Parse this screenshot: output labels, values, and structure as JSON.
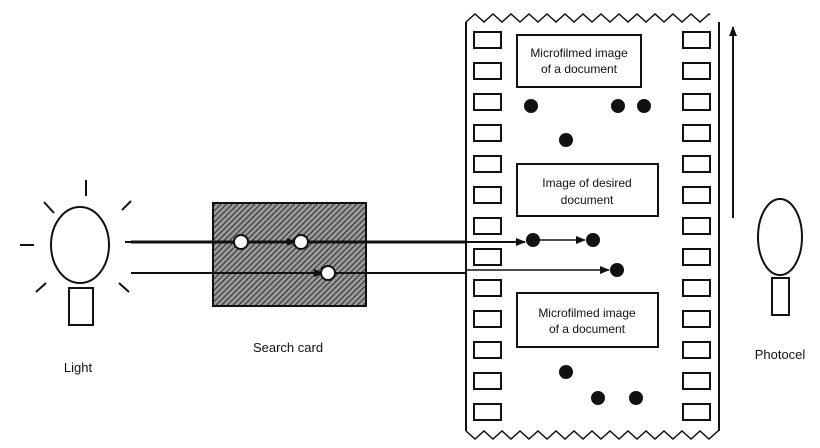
{
  "labels": {
    "light": "Light",
    "search_card": "Search card",
    "photocell": "Photocel"
  },
  "film_frames": [
    {
      "line1": "Microfilmed image",
      "line2": "of a document"
    },
    {
      "line1": "Image of desired",
      "line2": "document"
    },
    {
      "line1": "Microfilmed image",
      "line2": "of a document"
    }
  ]
}
